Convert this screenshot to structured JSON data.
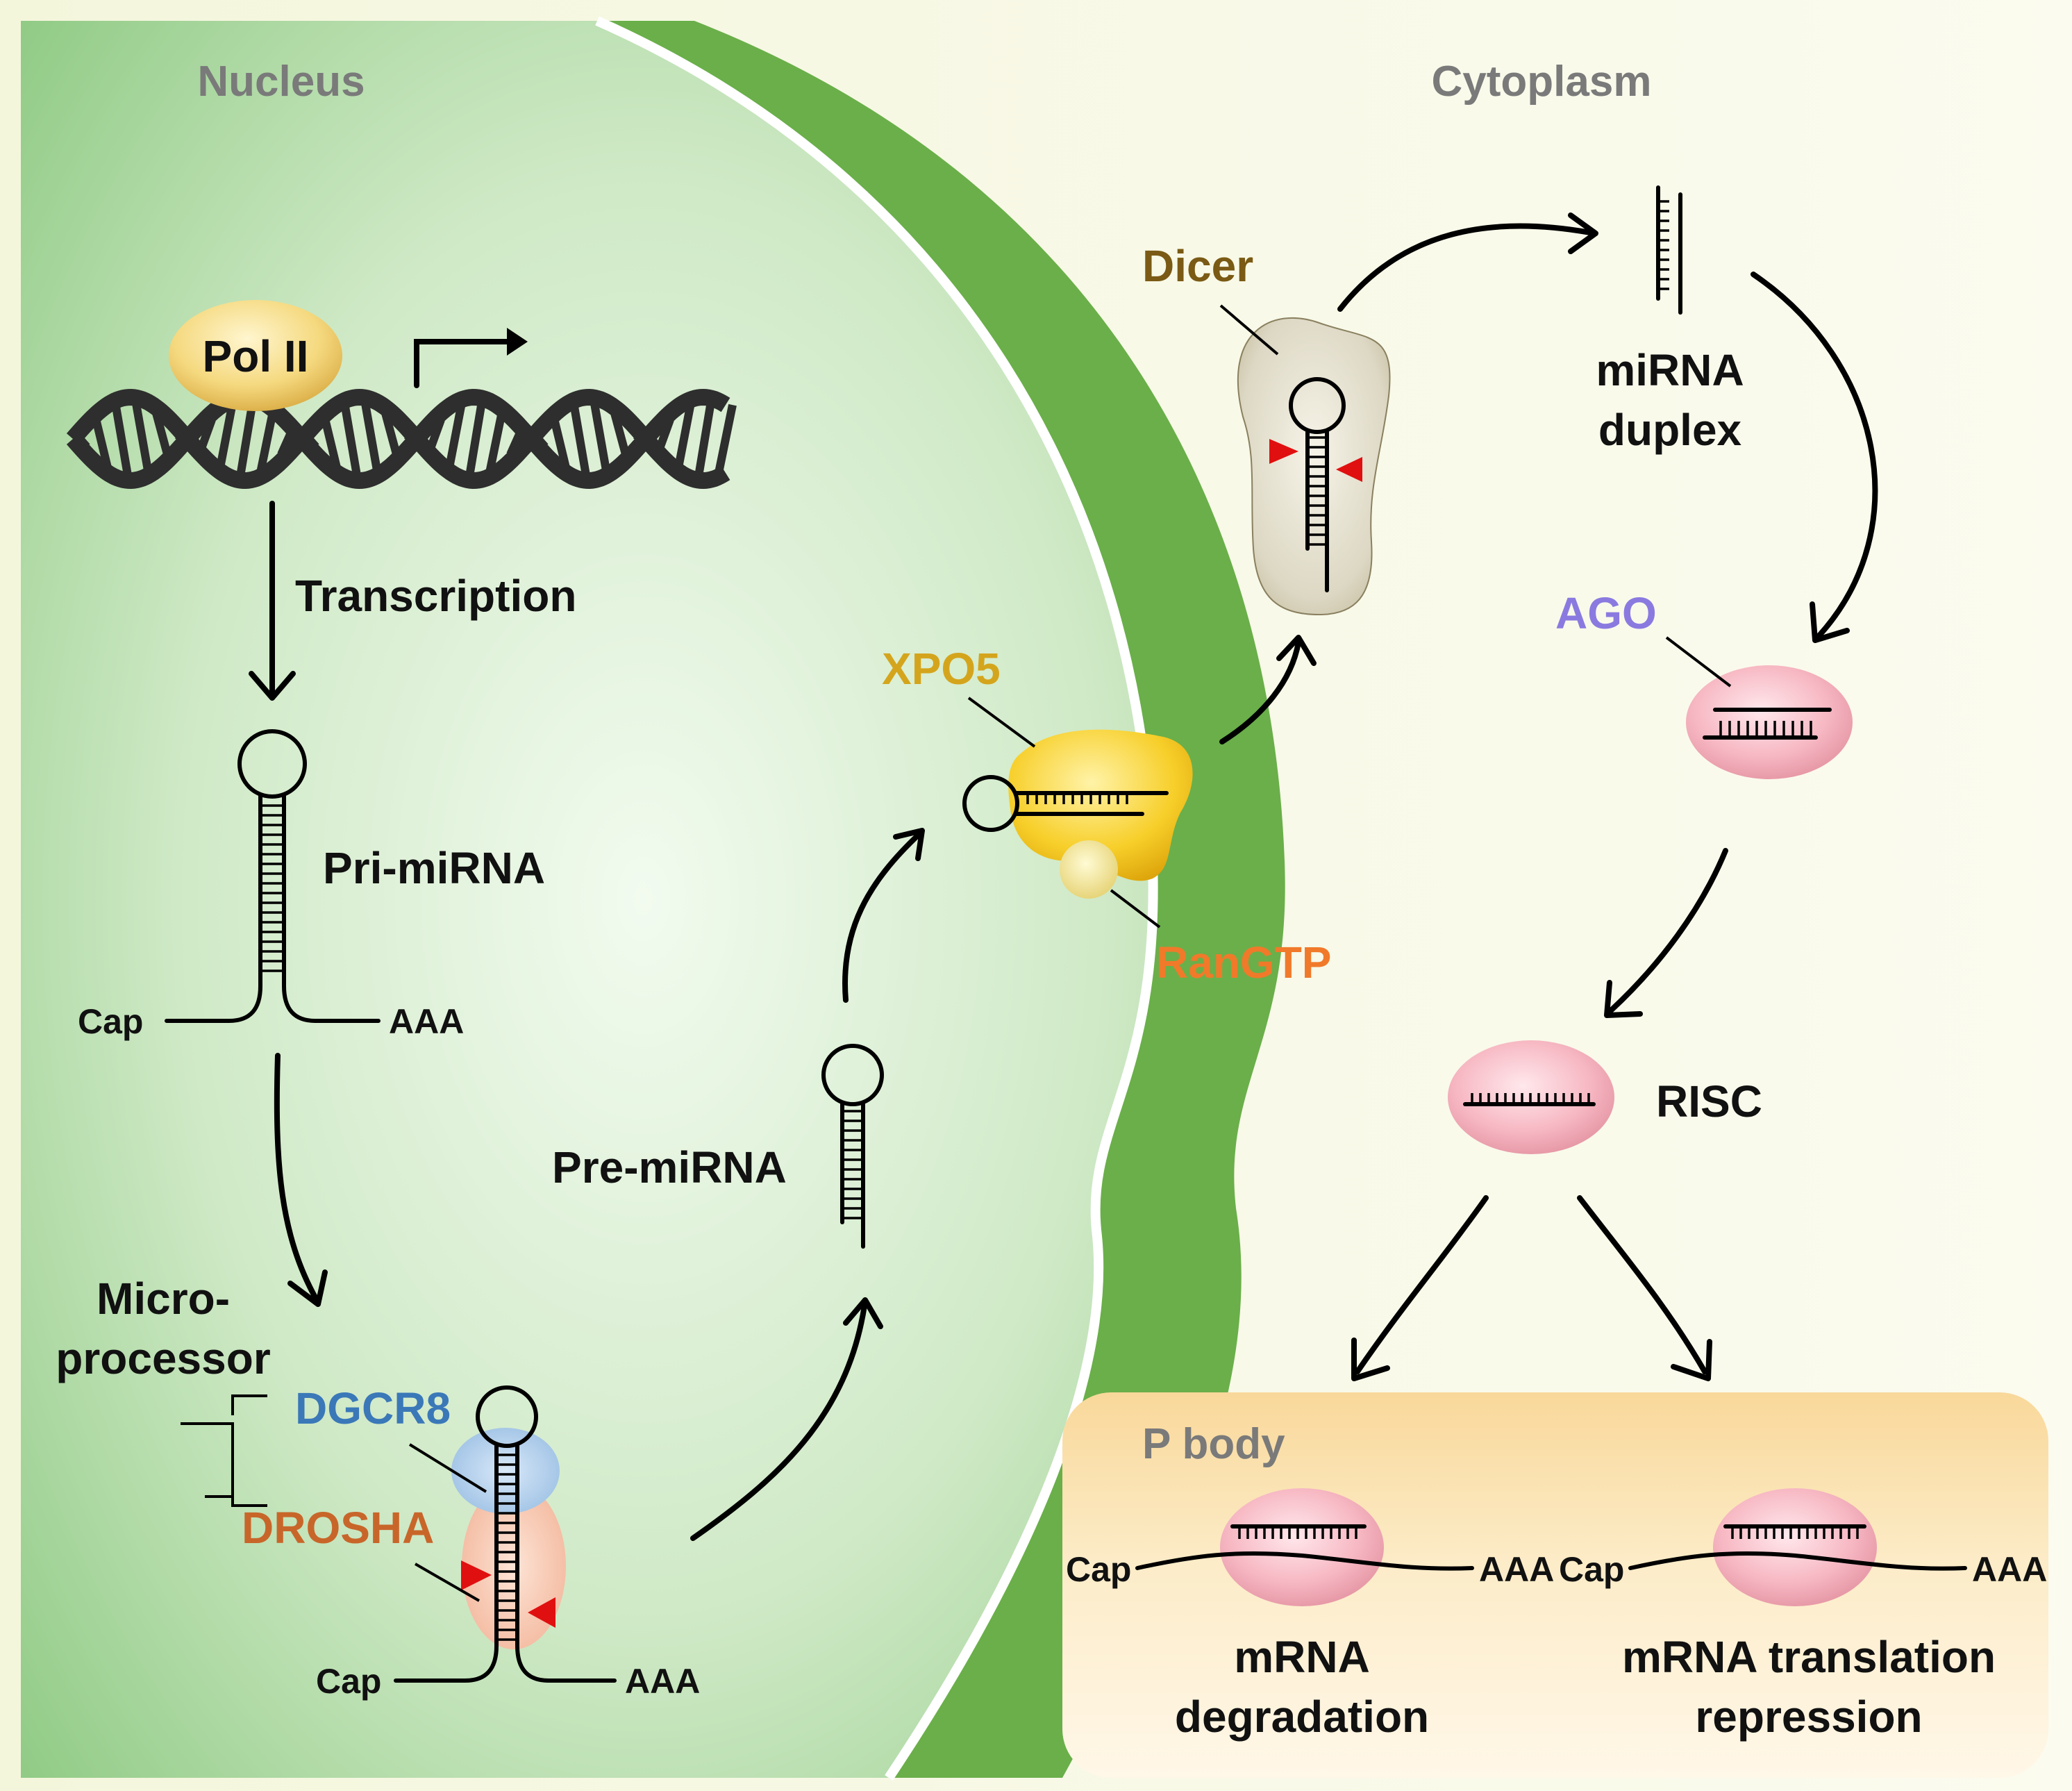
{
  "regions": {
    "nucleus": "Nucleus",
    "cytoplasm": "Cytoplasm",
    "p_body": "P body"
  },
  "labels": {
    "pol2": "Pol II",
    "transcription": "Transcription",
    "pri_mirna": "Pri-miRNA",
    "micro_line1": "Micro-",
    "micro_line2": "processor",
    "dgcr8": "DGCR8",
    "drosha": "DROSHA",
    "pre_mirna": "Pre-miRNA",
    "xpo5": "XPO5",
    "rangtp": "RanGTP",
    "dicer": "Dicer",
    "mirna_duplex_line1": "miRNA",
    "mirna_duplex_line2": "duplex",
    "ago": "AGO",
    "risc": "RISC",
    "degradation_line1": "mRNA",
    "degradation_line2": "degradation",
    "repression_line1": "mRNA translation",
    "repression_line2": "repression",
    "cap": "Cap",
    "aaa": "AAA"
  },
  "colors": {
    "dgcr8": "#3a78b8",
    "drosha": "#c8662a",
    "xpo5": "#d4a51c",
    "rangtp": "#f07a2a",
    "dicer": "#7a5a14",
    "ago": "#8a7ae0",
    "region_text": "#7a7a7a",
    "cut_marker": "#e01010"
  }
}
